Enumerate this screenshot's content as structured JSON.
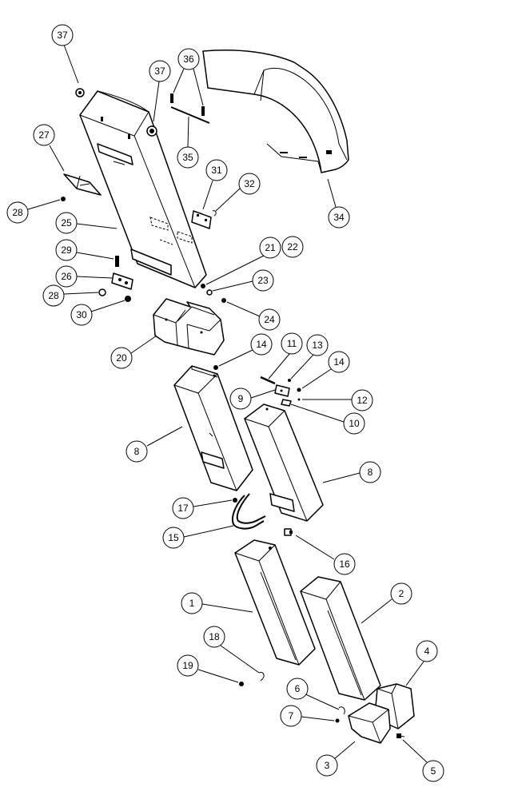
{
  "diagram": {
    "type": "exploded-parts-diagram",
    "callouts": [
      {
        "id": "c1",
        "label": "1"
      },
      {
        "id": "c2",
        "label": "2"
      },
      {
        "id": "c3",
        "label": "3"
      },
      {
        "id": "c4",
        "label": "4"
      },
      {
        "id": "c5",
        "label": "5"
      },
      {
        "id": "c6",
        "label": "6"
      },
      {
        "id": "c7",
        "label": "7"
      },
      {
        "id": "c8a",
        "label": "8"
      },
      {
        "id": "c8b",
        "label": "8"
      },
      {
        "id": "c9",
        "label": "9"
      },
      {
        "id": "c10",
        "label": "10"
      },
      {
        "id": "c11",
        "label": "11"
      },
      {
        "id": "c12",
        "label": "12"
      },
      {
        "id": "c13",
        "label": "13"
      },
      {
        "id": "c14a",
        "label": "14"
      },
      {
        "id": "c14b",
        "label": "14"
      },
      {
        "id": "c15",
        "label": "15"
      },
      {
        "id": "c16",
        "label": "16"
      },
      {
        "id": "c17",
        "label": "17"
      },
      {
        "id": "c18",
        "label": "18"
      },
      {
        "id": "c19",
        "label": "19"
      },
      {
        "id": "c20",
        "label": "20"
      },
      {
        "id": "c21",
        "label": "21"
      },
      {
        "id": "c22",
        "label": "22"
      },
      {
        "id": "c23",
        "label": "23"
      },
      {
        "id": "c24",
        "label": "24"
      },
      {
        "id": "c25",
        "label": "25"
      },
      {
        "id": "c26",
        "label": "26"
      },
      {
        "id": "c27",
        "label": "27"
      },
      {
        "id": "c28a",
        "label": "28"
      },
      {
        "id": "c28b",
        "label": "28"
      },
      {
        "id": "c29",
        "label": "29"
      },
      {
        "id": "c30",
        "label": "30"
      },
      {
        "id": "c31",
        "label": "31"
      },
      {
        "id": "c32",
        "label": "32"
      },
      {
        "id": "c34",
        "label": "34"
      },
      {
        "id": "c35",
        "label": "35"
      },
      {
        "id": "c36",
        "label": "36"
      },
      {
        "id": "c37a",
        "label": "37"
      },
      {
        "id": "c37b",
        "label": "37"
      }
    ]
  }
}
